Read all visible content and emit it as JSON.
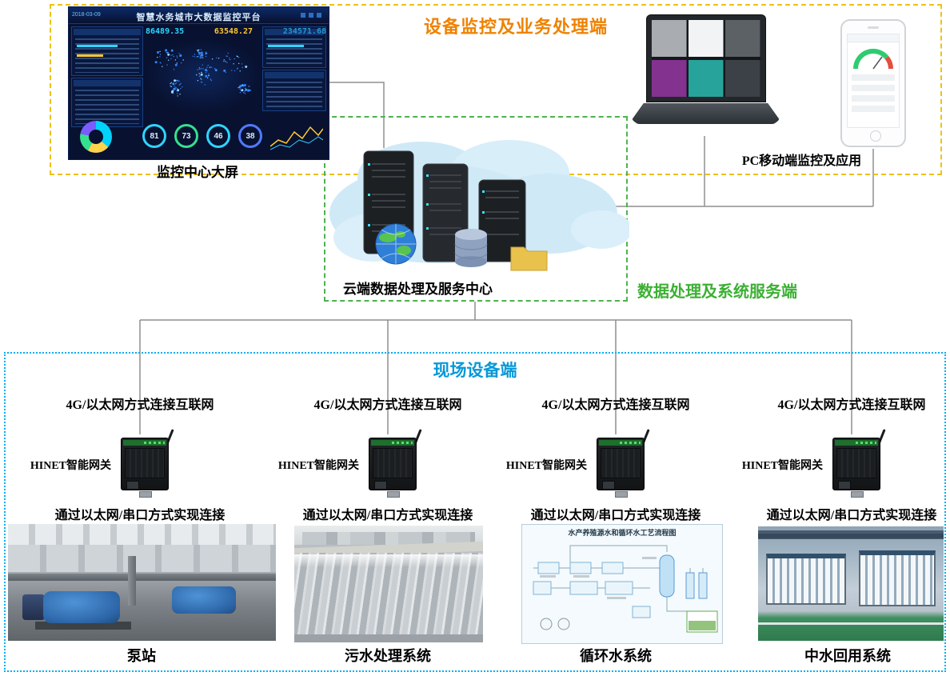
{
  "zones": {
    "monitoring": {
      "title": "设备监控及业务处理端",
      "dashboard_label": "监控中心大屏",
      "pc_mobile_label": "PC移动端监控及应用"
    },
    "cloud": {
      "label": "云端数据处理及服务中心",
      "side_label": "数据处理及系统服务端"
    },
    "field": {
      "title": "现场设备端",
      "columns": [
        {
          "connect_top": "4G/以太网方式连接互联网",
          "gateway_label": "HINET智能网关",
          "connect_bottom": "通过以太网/串口方式实现连接",
          "site_label": "泵站"
        },
        {
          "connect_top": "4G/以太网方式连接互联网",
          "gateway_label": "HINET智能网关",
          "connect_bottom": "通过以太网/串口方式实现连接",
          "site_label": "污水处理系统"
        },
        {
          "connect_top": "4G/以太网方式连接互联网",
          "gateway_label": "HINET智能网关",
          "connect_bottom": "通过以太网/串口方式实现连接",
          "site_label": "循环水系统",
          "diagram_title": "水产养殖源水和循环水工艺流程图"
        },
        {
          "connect_top": "4G/以太网方式连接互联网",
          "gateway_label": "HINET智能网关",
          "connect_bottom": "通过以太网/串口方式实现连接",
          "site_label": "中水回用系统"
        }
      ]
    }
  },
  "dashboard": {
    "title": "智慧水务城市大数据监控平台",
    "date": "2018-03-09",
    "metrics": [
      "86489.35",
      "63548.27",
      "234571.68"
    ],
    "gauges": [
      "81",
      "73",
      "46",
      "38"
    ]
  },
  "colors": {
    "monitoring_border": "#edc213",
    "monitoring_title": "#ef8200",
    "cloud_border": "#4db34d",
    "cloud_side_label": "#3cb034",
    "field_border": "#00b0f0",
    "field_title": "#0898d8",
    "connection_line": "#8f8f8f"
  }
}
